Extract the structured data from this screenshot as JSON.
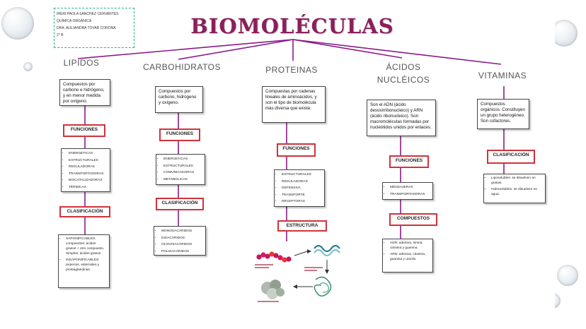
{
  "header": {
    "author": "IRERI PAOLA SÁNCHEZ CERVANTES",
    "subject": "QUÍMICA ORGÁNICA",
    "teacher": "DRA. ALEJANDRA TOVAR CORONA",
    "group": "2° B"
  },
  "title": "BIOMOLÉCULAS",
  "colors": {
    "title": "#8b1f5c",
    "connector": "#8b1a8b",
    "tag_border": "#d0323a",
    "info_border": "#27b37a"
  },
  "lipidos": {
    "name": "LIPIDOS",
    "definition": "Compuestos por carbono e hidrógeno, y en menor medida por oxígeno.",
    "functions_label": "FUNCIONES",
    "functions": [
      "ENERGETICAS",
      "ESTRUCTURALES",
      "REGULADORAS",
      "TRANSPORTADORAS",
      "BIOCATALIZADORAS",
      "TÉRMICAS"
    ],
    "classification_label": "CLASIFICACIÓN",
    "classification": [
      "SAPONIFICABLES: compuestos: ácidos grasos + otro compuesto. Simples: ácidos grasos",
      "INSAPONIFICABLES: terpenos, esteroides y prostaglandinas"
    ]
  },
  "carbohidratos": {
    "name": "CARBOHIDRATOS",
    "definition": "Compuestos por carbono, hidrógeno y oxígeno.",
    "functions_label": "FUNCIONES",
    "functions": [
      "ENERGETICAS",
      "ESTRUCTURALES",
      "COMUNICADORAS",
      "METABOLICAS"
    ],
    "classification_label": "CLASIFICACIÓN",
    "classification": [
      "MONOSACÁRIDOS",
      "DISACÁRIDOS",
      "OLIGOSACÁRIDOS",
      "POLISACÁRIDOS"
    ]
  },
  "proteinas": {
    "name": "PROTEINAS",
    "definition": "Compuestas por cadenas lineales de aminoácidos, y son el tipo de biomolécula más diversa que existe.",
    "functions_label": "FUNCIONES",
    "functions": [
      "ESTRUCTURALES",
      "REGULADORAS",
      "DEFENSIVA",
      "TRANSPORTE",
      "RECEPTORAS"
    ],
    "structure_label": "ESTRUCTURA"
  },
  "acidos": {
    "name_line1": "ÁCIDOS",
    "name_line2": "NUCLÉICOS",
    "definition": "Son el ADN (ácido desoxirribonucleico) y ARN (ácido ribonucleico). Son macromoléculas formadas por nucleótidos unidos por enlaces.",
    "functions_label": "FUNCIONES",
    "functions": [
      "MENSAJERAS",
      "TRANSPORTADORAS"
    ],
    "compounds_label": "COMPUESTOS",
    "compounds": [
      "ADN: adenina, timina, citosina y guanina.",
      "ARN: adenina, citosina, guanina y uracilo."
    ]
  },
  "vitaminas": {
    "name": "VITAMINAS",
    "definition": "Compuestos orgánicos. Constituyen un grupo heterogéneo. Son cofactores.",
    "classification_label": "CLASIFICACIÓN",
    "classification": [
      "Liposolubles: se disuelven en grasas.",
      "Hidrosolubles: se disuelven en agua."
    ]
  }
}
